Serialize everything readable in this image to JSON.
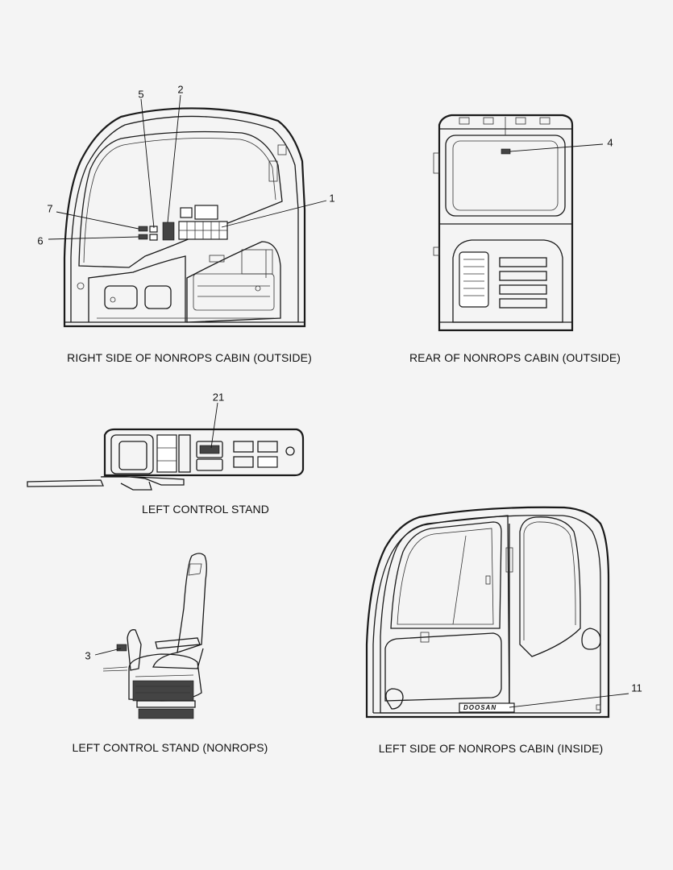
{
  "views": [
    {
      "id": "right-side",
      "caption": "RIGHT SIDE OF NONROPS CABIN (OUTSIDE)"
    },
    {
      "id": "rear",
      "caption": "REAR OF NONROPS CABIN (OUTSIDE)"
    },
    {
      "id": "left-stand",
      "caption": "LEFT CONTROL STAND"
    },
    {
      "id": "left-stand-nonrops",
      "caption": "LEFT CONTROL STAND (NONROPS)"
    },
    {
      "id": "left-side",
      "caption": "LEFT SIDE OF NONROPS CABIN (INSIDE)"
    }
  ],
  "callouts": {
    "c1": "1",
    "c2": "2",
    "c3": "3",
    "c4": "4",
    "c5": "5",
    "c6": "6",
    "c7": "7",
    "c11": "11",
    "c21": "21"
  },
  "branding": {
    "doosan_decal": "DOOSAN"
  }
}
